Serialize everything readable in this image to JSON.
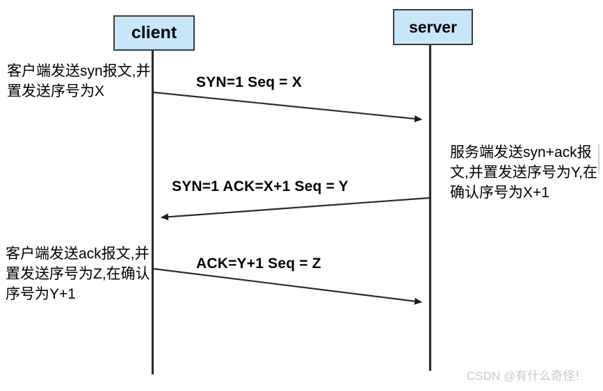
{
  "diagram": {
    "title_alt": "TCP three-way handshake sequence diagram",
    "colors": {
      "node_fill": "#c7e6f9",
      "node_border": "#3a3a3a",
      "line": "#2b2b2b",
      "watermark": "#c9c9c9",
      "spellcheck_underline": "#d03030"
    },
    "nodes": [
      {
        "id": "client",
        "label": "client"
      },
      {
        "id": "server",
        "label": "server"
      }
    ],
    "messages": [
      {
        "id": "msg1",
        "label": "SYN=1  Seq = X",
        "from": "client",
        "to": "server",
        "direction": "right"
      },
      {
        "id": "msg2",
        "label": "SYN=1  ACK=X+1 Seq = Y",
        "from": "server",
        "to": "client",
        "direction": "left"
      },
      {
        "id": "msg3",
        "label": "ACK=Y+1 Seq = Z",
        "from": "client",
        "to": "server",
        "direction": "right"
      }
    ],
    "notes": {
      "client_syn": {
        "lines": [
          "客户端发送syn",
          "报文,并置发送序",
          "号为X"
        ],
        "text": "客户端发送syn报文,并置发送序号为X"
      },
      "server_synack": {
        "lines": [
          "服务端发送",
          "syn+ack报文,并置",
          "发送序号为Y,在确",
          "认序号为X+1"
        ],
        "text": "服务端发送syn+ack报文,并置发送序号为Y,在确认序号为X+1"
      },
      "client_ack": {
        "lines": [
          "客户端发送ack报文,",
          "并置发送序号为Z,",
          "在确认序号为Y+1"
        ],
        "text": "客户端发送ack报文,并置发送序号为Z,在确认序号为Y+1"
      }
    },
    "watermark": "CSDN @有什么奇怪！"
  }
}
